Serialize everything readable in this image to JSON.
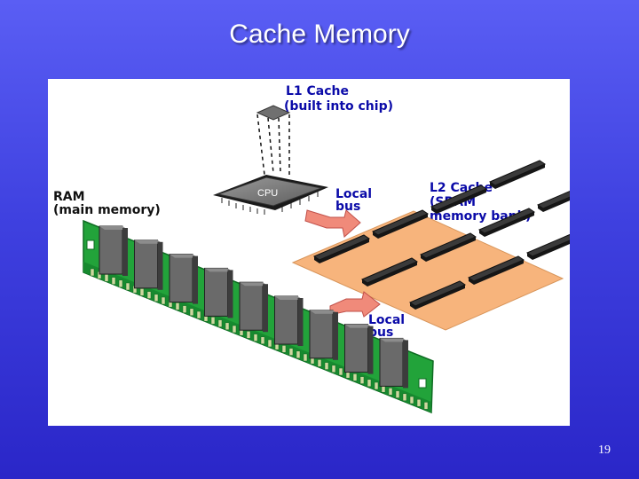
{
  "slide": {
    "title": "Cache Memory",
    "page_number": "19"
  },
  "diagram": {
    "l1_cache_label": [
      "L1 Cache",
      "(built into chip)"
    ],
    "cpu_label": "CPU",
    "ram_label": [
      "RAM",
      "(main memory)"
    ],
    "local_bus_upper_label": [
      "Local",
      "bus"
    ],
    "l2_cache_label": [
      "L2 Cache",
      "(SRAM",
      "memory bank)"
    ],
    "local_bus_lower_label": [
      "Local",
      "bus"
    ]
  },
  "colors": {
    "background": "#4448e6",
    "label_text": "#0a0aa8",
    "pcb_green": "#22a33a",
    "sram_board": "#f7b47c",
    "chip": "#6e6e6e"
  }
}
